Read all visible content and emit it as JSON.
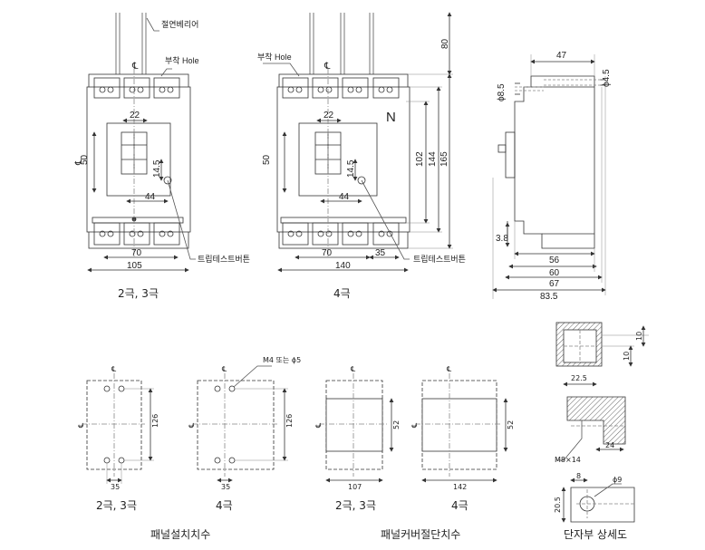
{
  "top": {
    "d2": {
      "insulation_barrier": "절연베리어",
      "mount_hole": "부착 Hole",
      "trip_test_button": "트립테스트버튼",
      "dims": {
        "d22": "22",
        "d50": "50",
        "d14_5": "14.5",
        "d44": "44",
        "d70": "70",
        "d105": "105"
      },
      "caption": "2극, 3극"
    },
    "d4": {
      "mount_hole": "부착 Hole",
      "neutral": "N",
      "trip_test_button": "트립테스트버튼",
      "dims": {
        "d80": "80",
        "d22": "22",
        "d50": "50",
        "d14_5": "14.5",
        "d44": "44",
        "d102": "102",
        "d144": "144",
        "d165": "165",
        "d70": "70",
        "d35": "35",
        "d140": "140"
      },
      "caption": "4극"
    },
    "side": {
      "dims": {
        "d47": "47",
        "phi4_5": "ϕ4.5",
        "phi8_5": "ϕ8.5",
        "d3_8": "3.8",
        "d56": "56",
        "d60": "60",
        "d67": "67",
        "d83_5": "83.5"
      }
    }
  },
  "bottom": {
    "p1": {
      "d126": "126",
      "d35": "35",
      "caption": "2극, 3극"
    },
    "p2": {
      "note": "M4 또는 ϕ5",
      "d126": "126",
      "d35": "35",
      "caption": "4극"
    },
    "p3": {
      "d52": "52",
      "d107": "107",
      "caption": "2극, 3극"
    },
    "p4": {
      "d52": "52",
      "d142": "142",
      "caption": "4극"
    },
    "panel_mount_caption": "패널설치치수",
    "panel_cut_caption": "패널커버절단치수"
  },
  "terminal": {
    "d10a": "10",
    "d10b": "10",
    "d22_5": "22.5",
    "m8": "M8×14",
    "d24": "24",
    "d8": "8",
    "phi9": "ϕ9",
    "d20_5": "20.5",
    "caption": "단자부 상세도"
  }
}
